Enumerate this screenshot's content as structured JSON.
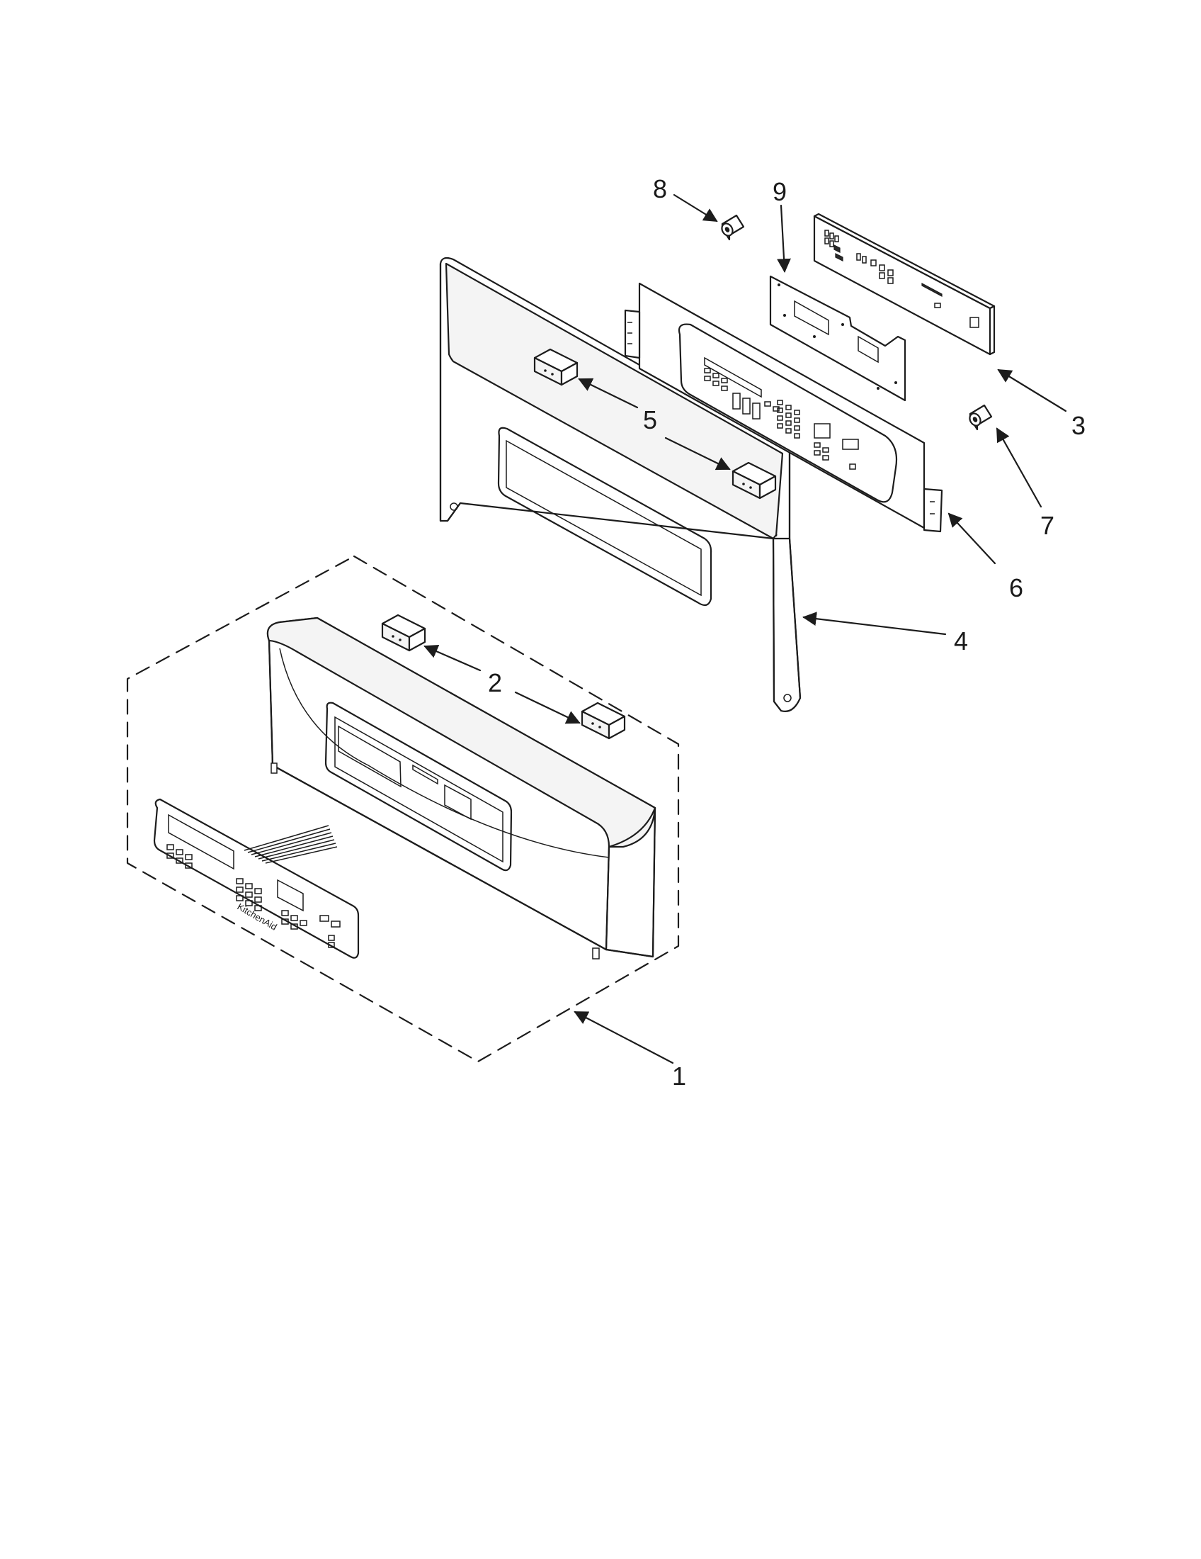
{
  "callouts": [
    {
      "id": "1",
      "label": "1"
    },
    {
      "id": "2",
      "label": "2"
    },
    {
      "id": "3",
      "label": "3"
    },
    {
      "id": "4",
      "label": "4"
    },
    {
      "id": "5",
      "label": "5"
    },
    {
      "id": "6",
      "label": "6"
    },
    {
      "id": "7",
      "label": "7"
    },
    {
      "id": "8",
      "label": "8"
    },
    {
      "id": "9",
      "label": "9"
    }
  ],
  "keypad_brand": "KitchenAid"
}
